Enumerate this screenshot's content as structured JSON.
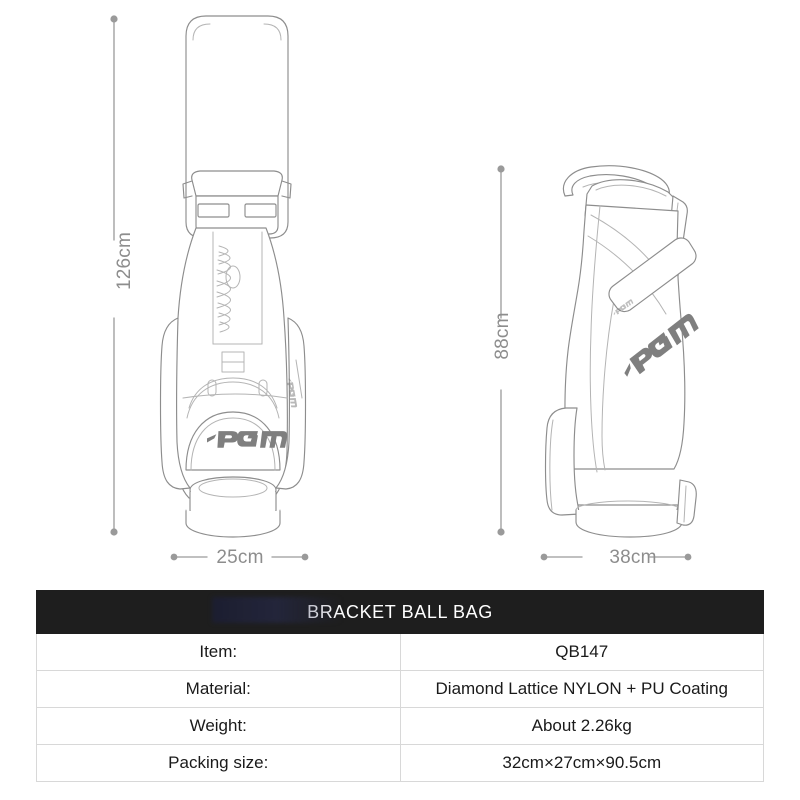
{
  "product": {
    "title": "BRACKET BALL BAG",
    "brand_logo": "PGM"
  },
  "dimensions": {
    "front_height": "126cm",
    "front_width": "25cm",
    "side_height": "88cm",
    "side_width": "38cm"
  },
  "spec_table": {
    "header": "BRACKET BALL BAG",
    "rows": [
      {
        "label": "Item:",
        "value": "QB147"
      },
      {
        "label": "Material:",
        "value": "Diamond Lattice NYLON + PU Coating"
      },
      {
        "label": "Weight:",
        "value": "About 2.26kg"
      },
      {
        "label": "Packing size:",
        "value": "32cm×27cm×90.5cm"
      }
    ]
  },
  "colors": {
    "background": "#ffffff",
    "header_bg": "#1e1e1e",
    "header_text": "#ffffff",
    "dimension_line": "#9a9a9a",
    "dimension_text": "#8d8d8d",
    "outline": "#8a8a8a",
    "table_border": "#d8d8d8"
  }
}
